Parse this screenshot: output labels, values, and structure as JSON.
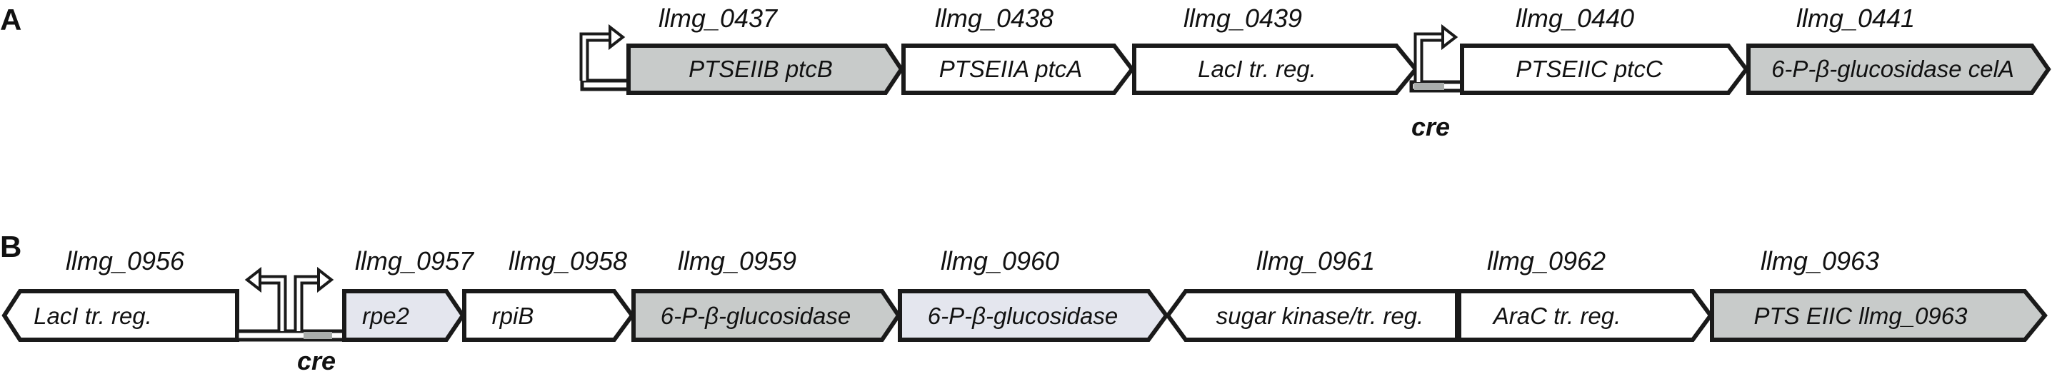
{
  "panels": [
    {
      "letter": "A",
      "genes": [
        {
          "locus": "llmg_0437",
          "label": "PTSEIIB ptcB",
          "direction": "right",
          "shade": "dark"
        },
        {
          "locus": "llmg_0438",
          "label": "PTSEIIA ptcA",
          "direction": "right",
          "shade": "white"
        },
        {
          "locus": "llmg_0439",
          "label": "LacI tr. reg.",
          "direction": "right",
          "shade": "white"
        },
        {
          "locus": "llmg_0440",
          "label": "PTSEIIC ptcC",
          "direction": "right",
          "shade": "white"
        },
        {
          "locus": "llmg_0441",
          "label": "6-P-β-glucosidase celA",
          "direction": "right",
          "shade": "dark"
        }
      ],
      "promoters": 2,
      "cre_label": "cre"
    },
    {
      "letter": "B",
      "genes": [
        {
          "locus": "llmg_0956",
          "label": "LacI tr. reg.",
          "direction": "left",
          "shade": "white"
        },
        {
          "locus": "llmg_0957",
          "label": "rpe2",
          "direction": "right",
          "shade": "light"
        },
        {
          "locus": "llmg_0958",
          "label": "rpiB",
          "direction": "right",
          "shade": "white"
        },
        {
          "locus": "llmg_0959",
          "label": "6-P-β-glucosidase",
          "direction": "right",
          "shade": "dark"
        },
        {
          "locus": "llmg_0960",
          "label": "6-P-β-glucosidase",
          "direction": "right",
          "shade": "light"
        },
        {
          "locus": "llmg_0961",
          "label": "sugar kinase/tr. reg.",
          "direction": "left",
          "shade": "white"
        },
        {
          "locus": "llmg_0962",
          "label": "AraC tr. reg.",
          "direction": "right",
          "shade": "white"
        },
        {
          "locus": "llmg_0963",
          "label": "PTS EIIC  llmg_0963",
          "direction": "right",
          "shade": "dark"
        }
      ],
      "promoters": 2,
      "cre_label": "cre"
    }
  ],
  "colors": {
    "stroke": "#1a1a1a",
    "dark": "#c8cbca",
    "light": "#e4e6ee",
    "white": "#ffffff",
    "cre_box": "#a9adab"
  }
}
